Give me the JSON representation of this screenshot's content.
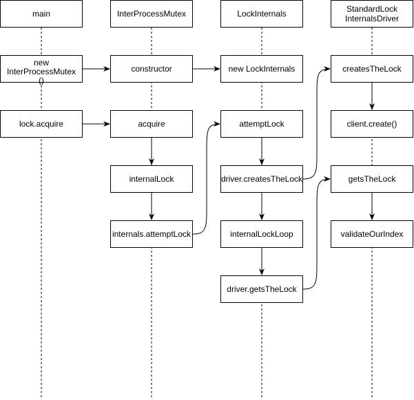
{
  "lifelines": [
    {
      "id": "main",
      "title": "main"
    },
    {
      "id": "ipm",
      "title": "InterProcessMutex"
    },
    {
      "id": "li",
      "title": "LockInternals"
    },
    {
      "id": "sld",
      "title_line1": "StandardLock",
      "title_line2": "InternalsDriver"
    }
  ],
  "steps": {
    "main_new": "new\nInterProcessMutex\n()",
    "main_acquire": "lock.acquire",
    "ipm_constructor": "constructor",
    "ipm_acquire": "acquire",
    "ipm_internal_lock": "internalLock",
    "ipm_internals_attempt": "internals.attemptLock",
    "li_new": "new LockInternals",
    "li_attempt": "attemptLock",
    "li_driver_creates": "driver.createsTheLock",
    "li_internal_loop": "internalLockLoop",
    "li_driver_gets": "driver.getsTheLock",
    "sld_creates": "createsTheLock",
    "sld_client_create": "client.create()",
    "sld_gets": "getsTheLock",
    "sld_validate": "validateOurIndex"
  },
  "colors": {
    "stroke": "#000000",
    "fill": "#ffffff"
  }
}
